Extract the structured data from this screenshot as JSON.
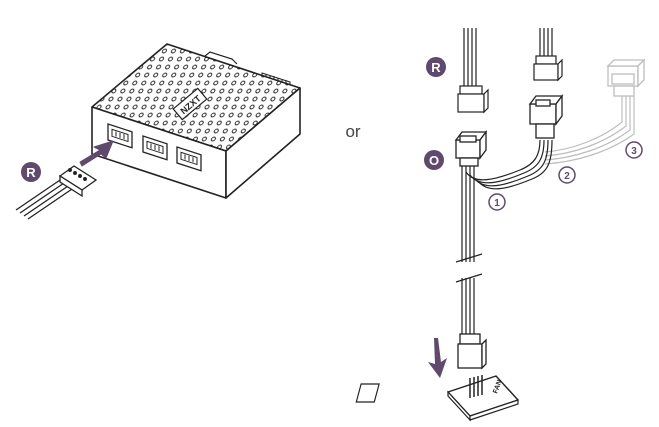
{
  "separator_text": "or",
  "badges": {
    "hub_connector": "R",
    "cable_top": "R",
    "cable_middle": "O"
  },
  "cable_labels": [
    "1",
    "2",
    "3"
  ],
  "hub": {
    "logo_text": "NZXT",
    "port_count": 3
  },
  "header_label": "FAN",
  "colors": {
    "badge": "#5f4a6e",
    "arrow": "#5f4a6e",
    "line": "#222222",
    "faded_line": "#bbbbbb"
  }
}
